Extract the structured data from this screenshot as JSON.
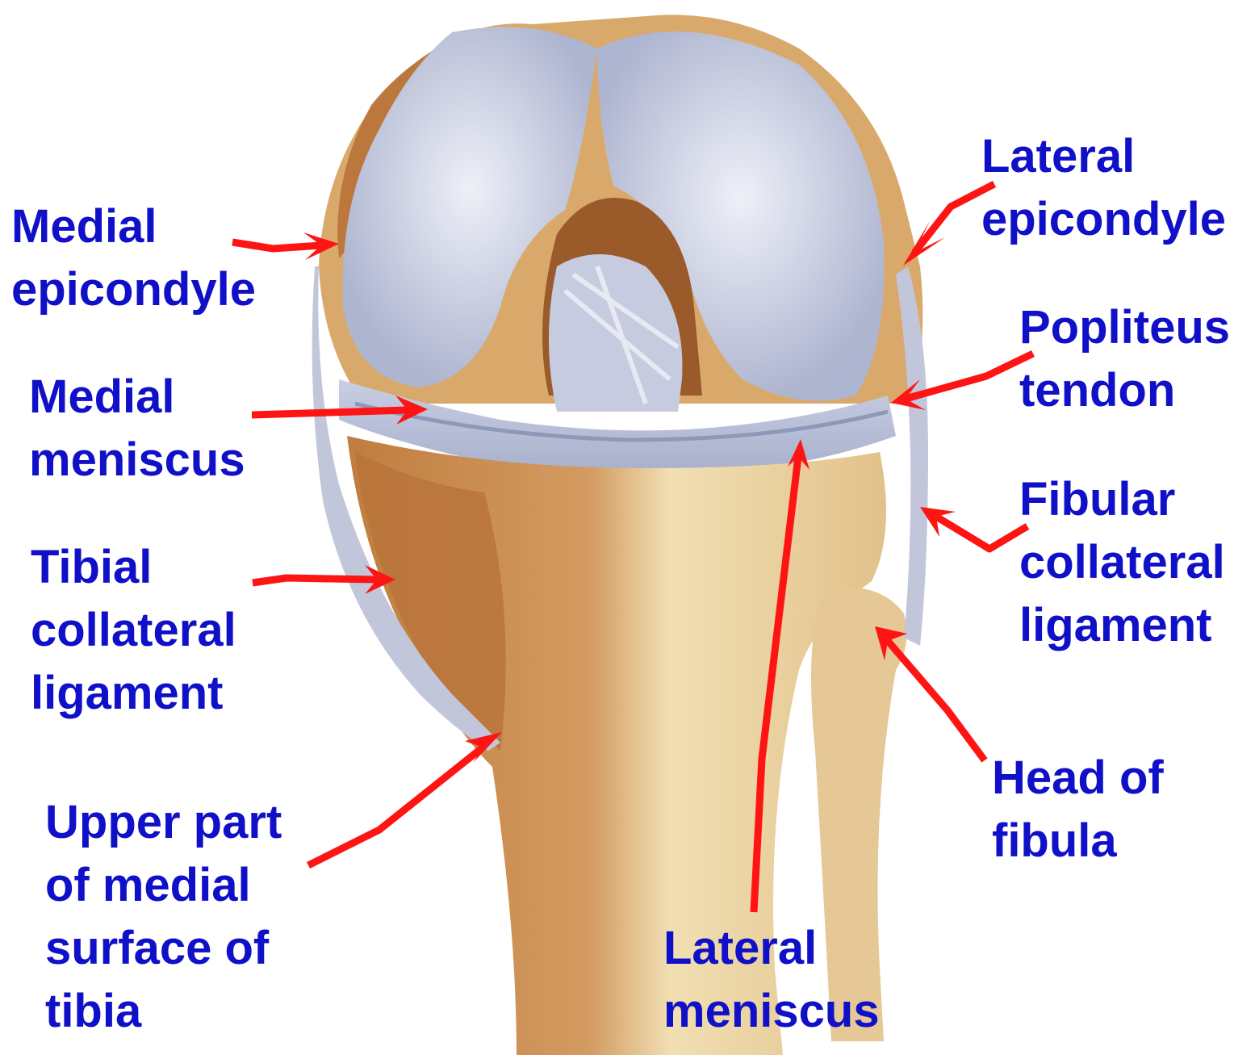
{
  "colors": {
    "label_text": "#1010c8",
    "arrow": "#ff1414",
    "cartilage": "#b9c0d9",
    "bone": "#c98c52",
    "bone_light": "#edd8a8",
    "background": "#ffffff"
  },
  "labels": {
    "lateral_epicondyle": [
      "Lateral",
      "epicondyle"
    ],
    "medial_epicondyle": [
      "Medial",
      "epicondyle"
    ],
    "popliteus_tendon": [
      "Popliteus",
      "tendon"
    ],
    "medial_meniscus": [
      "Medial",
      "meniscus"
    ],
    "fibular_collateral_ligament": [
      "Fibular",
      "collateral",
      "ligament"
    ],
    "tibial_collateral_ligament": [
      "Tibial",
      "collateral",
      "ligament"
    ],
    "head_of_fibula": [
      "Head of",
      "fibula"
    ],
    "upper_part_medial_surface_tibia": [
      "Upper part",
      "of medial",
      "surface of",
      "tibia"
    ],
    "lateral_meniscus": [
      "Lateral",
      "meniscus"
    ]
  },
  "icons": {
    "arrow": "red-pointer-arrow",
    "illustration": "knee-joint-anterior-view"
  }
}
